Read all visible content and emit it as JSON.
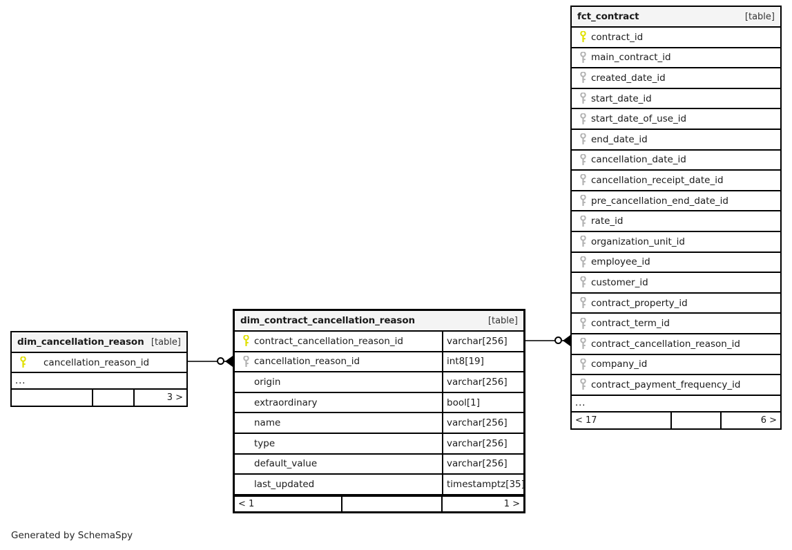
{
  "diagram": {
    "credit": "Generated by SchemaSpy",
    "table_tag": "[table]",
    "ellipsis": "...",
    "key_icon_pk": "primary-key-icon",
    "key_icon_fk": "foreign-key-icon",
    "colors": {
      "primary_key": "#e8e800",
      "foreign_key": "#b3b3b3",
      "header_bg": "#f4f4f4",
      "border": "#000000",
      "line": "#3b3b3b",
      "text": "#1a1a1a"
    }
  },
  "tables": {
    "dim_cancellation_reason": {
      "title": "dim_cancellation_reason",
      "tag": "[table]",
      "columns": [
        {
          "name": "cancellation_reason_id",
          "key": "pk"
        }
      ],
      "has_ellipsis": true,
      "footer": {
        "left": "",
        "middle": "",
        "right": "3 >"
      }
    },
    "dim_contract_cancellation_reason": {
      "title": "dim_contract_cancellation_reason",
      "tag": "[table]",
      "columns": [
        {
          "name": "contract_cancellation_reason_id",
          "key": "pk",
          "type": "varchar[256]"
        },
        {
          "name": "cancellation_reason_id",
          "key": "fk",
          "type": "int8[19]"
        },
        {
          "name": "origin",
          "key": "none",
          "type": "varchar[256]"
        },
        {
          "name": "extraordinary",
          "key": "none",
          "type": "bool[1]"
        },
        {
          "name": "name",
          "key": "none",
          "type": "varchar[256]"
        },
        {
          "name": "type",
          "key": "none",
          "type": "varchar[256]"
        },
        {
          "name": "default_value",
          "key": "none",
          "type": "varchar[256]"
        },
        {
          "name": "last_updated",
          "key": "none",
          "type": "timestamptz[35]"
        }
      ],
      "has_ellipsis": false,
      "footer": {
        "left": "< 1",
        "middle": "",
        "right": "1 >"
      }
    },
    "fct_contract": {
      "title": "fct_contract",
      "tag": "[table]",
      "columns": [
        {
          "name": "contract_id",
          "key": "pk"
        },
        {
          "name": "main_contract_id",
          "key": "fk"
        },
        {
          "name": "created_date_id",
          "key": "fk"
        },
        {
          "name": "start_date_id",
          "key": "fk"
        },
        {
          "name": "start_date_of_use_id",
          "key": "fk"
        },
        {
          "name": "end_date_id",
          "key": "fk"
        },
        {
          "name": "cancellation_date_id",
          "key": "fk"
        },
        {
          "name": "cancellation_receipt_date_id",
          "key": "fk"
        },
        {
          "name": "pre_cancellation_end_date_id",
          "key": "fk"
        },
        {
          "name": "rate_id",
          "key": "fk"
        },
        {
          "name": "organization_unit_id",
          "key": "fk"
        },
        {
          "name": "employee_id",
          "key": "fk"
        },
        {
          "name": "customer_id",
          "key": "fk"
        },
        {
          "name": "contract_property_id",
          "key": "fk"
        },
        {
          "name": "contract_term_id",
          "key": "fk"
        },
        {
          "name": "contract_cancellation_reason_id",
          "key": "fk"
        },
        {
          "name": "company_id",
          "key": "fk"
        },
        {
          "name": "contract_payment_frequency_id",
          "key": "fk"
        }
      ],
      "has_ellipsis": true,
      "footer": {
        "left": "< 17",
        "middle": "",
        "right": "6 >"
      }
    }
  }
}
